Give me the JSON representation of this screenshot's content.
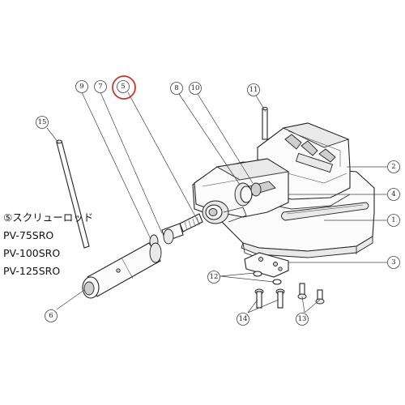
{
  "diagram": {
    "part_callouts": [
      {
        "id": "c5",
        "label": "5",
        "highlighted": true
      },
      {
        "id": "c7",
        "label": "7"
      },
      {
        "id": "c9",
        "label": "9"
      },
      {
        "id": "c8",
        "label": "8"
      },
      {
        "id": "c10",
        "label": "10"
      },
      {
        "id": "c11",
        "label": "11"
      },
      {
        "id": "c15",
        "label": "15"
      },
      {
        "id": "c2",
        "label": "2"
      },
      {
        "id": "c4",
        "label": "4"
      },
      {
        "id": "c1",
        "label": "1"
      },
      {
        "id": "c3",
        "label": "3"
      },
      {
        "id": "c12",
        "label": "12"
      },
      {
        "id": "c6",
        "label": "6"
      },
      {
        "id": "c14",
        "label": "14"
      },
      {
        "id": "c13",
        "label": "13"
      }
    ],
    "highlight_color": "#c0392b",
    "line_color": "#333333"
  },
  "part_info": {
    "name": "⑤スクリューロッド",
    "models": [
      "PV-75SRO",
      "PV-100SRO",
      "PV-125SRO"
    ]
  }
}
